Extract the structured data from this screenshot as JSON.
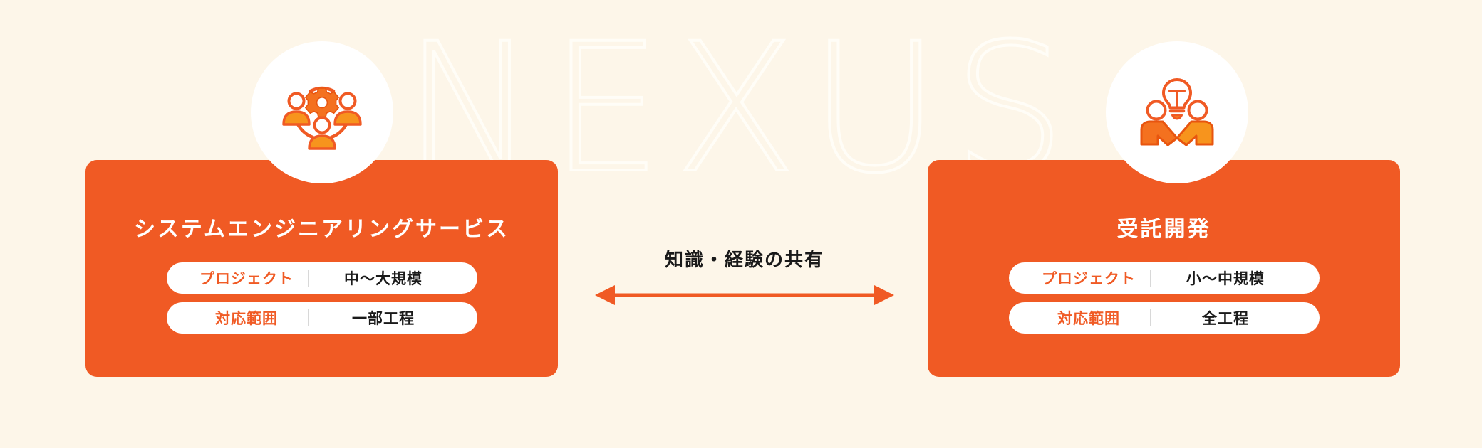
{
  "background": {
    "color": "#fdf6e9",
    "watermark_text": "NEXUS",
    "watermark_color": "#fffdf7"
  },
  "theme": {
    "card_orange": "#f05a24",
    "icon_orange_dark": "#f05a24",
    "icon_orange_light": "#f7941d",
    "text_dark": "#1a1a1a",
    "pill_background": "#ffffff",
    "divider": "#d8d8d8"
  },
  "connector": {
    "label": "知識・経験の共有",
    "arrow_color": "#f05a24",
    "arrow_direction": "both",
    "icon_name": "double-headed-arrow-icon"
  },
  "cards": [
    {
      "id": "ses",
      "title": "システムエンジニアリングサービス",
      "icon_name": "people-network-gear-icon",
      "rows": [
        {
          "label": "プロジェクト",
          "value": "中〜大規模"
        },
        {
          "label": "対応範囲",
          "value": "一部工程"
        }
      ]
    },
    {
      "id": "contract-development",
      "title": "受託開発",
      "icon_name": "handshake-lightbulb-icon",
      "rows": [
        {
          "label": "プロジェクト",
          "value": "小〜中規模"
        },
        {
          "label": "対応範囲",
          "value": "全工程"
        }
      ]
    }
  ]
}
